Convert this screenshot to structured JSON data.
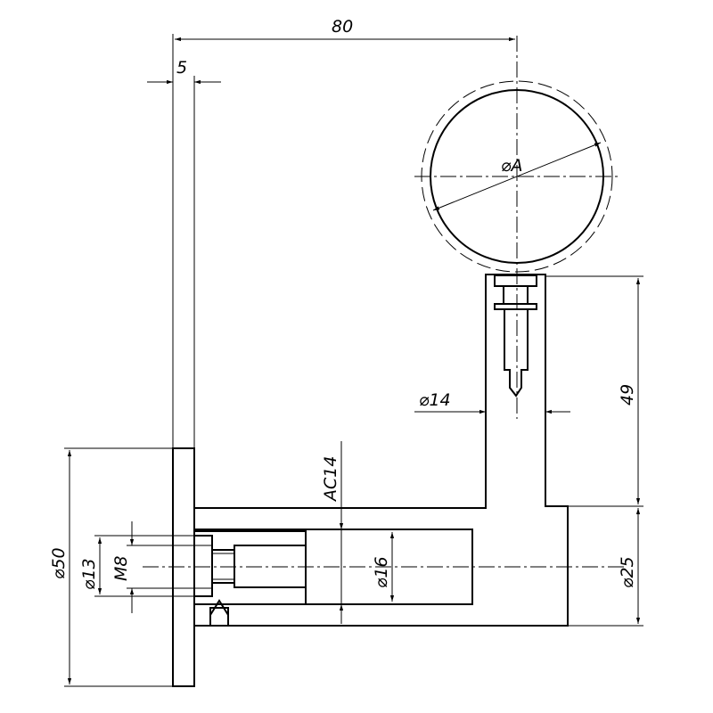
{
  "drawing": {
    "title": "Handrail bracket section",
    "dimensions": {
      "overall_reach": "80",
      "wall_plate_thickness": "5",
      "post_height": "49",
      "post_diameter": "⌀14",
      "rail_diameter": "⌀A",
      "arm_thread": "AC14",
      "bore_diameter": "⌀16",
      "arm_diameter": "⌀25",
      "plate_diameter": "⌀50",
      "boss_diameter": "⌀13",
      "screw_thread": "M8"
    },
    "colors": {
      "line": "#000000",
      "background": "#ffffff"
    }
  }
}
